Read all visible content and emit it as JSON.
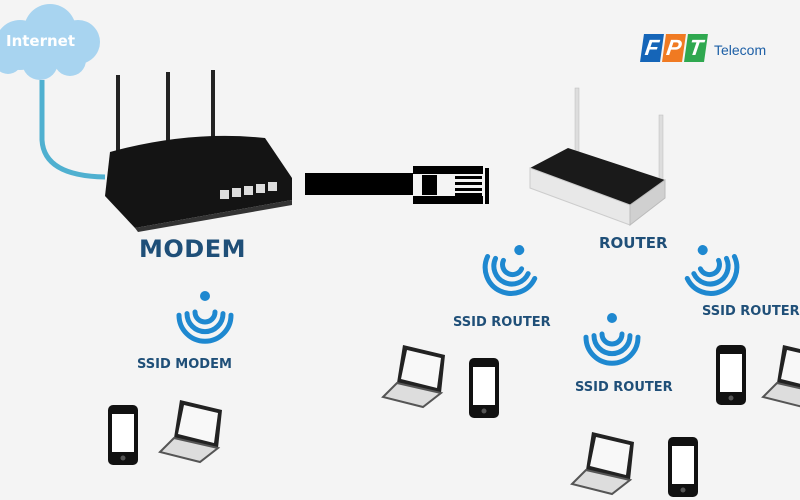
{
  "internet_label": "Internet",
  "logo": {
    "letters": [
      "F",
      "P",
      "T"
    ],
    "colors": [
      "#1565b8",
      "#f07a22",
      "#2fa84f"
    ],
    "suffix": "Telecom"
  },
  "modem_label": "MODEM",
  "router_label": "ROUTER",
  "ssid_modem_label": "SSID MODEM",
  "ssid_router_labels": [
    "SSID ROUTER",
    "SSID ROUTER",
    "SSID ROUTER"
  ],
  "colors": {
    "label": "#1f4f78",
    "wifi": "#1e88d0",
    "cable": "#4fb0d0",
    "cloud": "#a8d4f0"
  }
}
